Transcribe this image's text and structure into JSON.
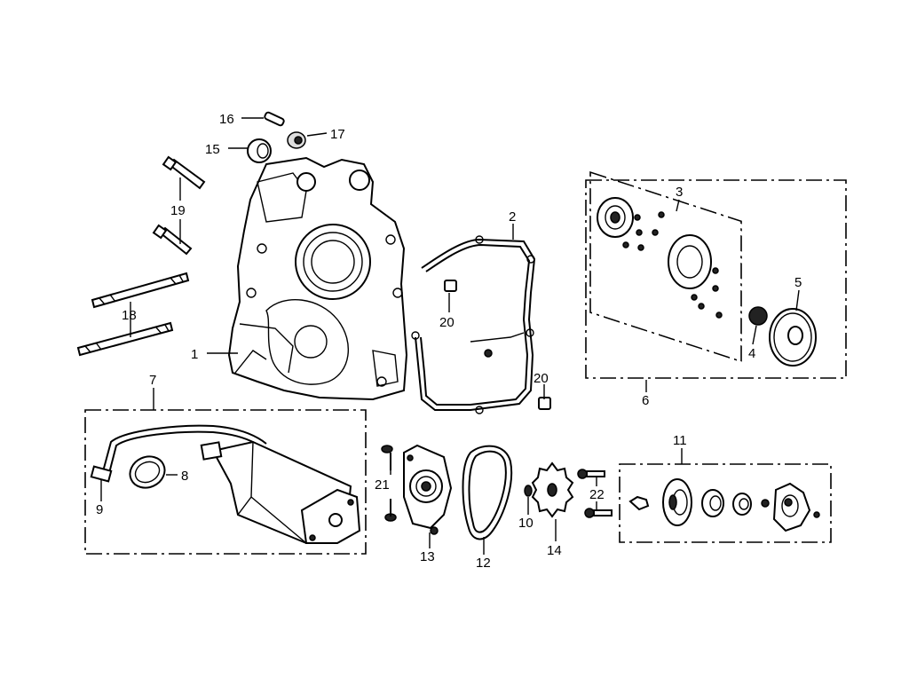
{
  "callouts": {
    "p1": "1",
    "p2": "2",
    "p3": "3",
    "p4": "4",
    "p5": "5",
    "p6": "6",
    "p7": "7",
    "p8": "8",
    "p9": "9",
    "p10": "10",
    "p11": "11",
    "p12": "12",
    "p13": "13",
    "p14": "14",
    "p15": "15",
    "p16": "16",
    "p17": "17",
    "p18": "18",
    "p19": "19",
    "p20a": "20",
    "p20b": "20",
    "p21": "21",
    "p22": "22"
  }
}
